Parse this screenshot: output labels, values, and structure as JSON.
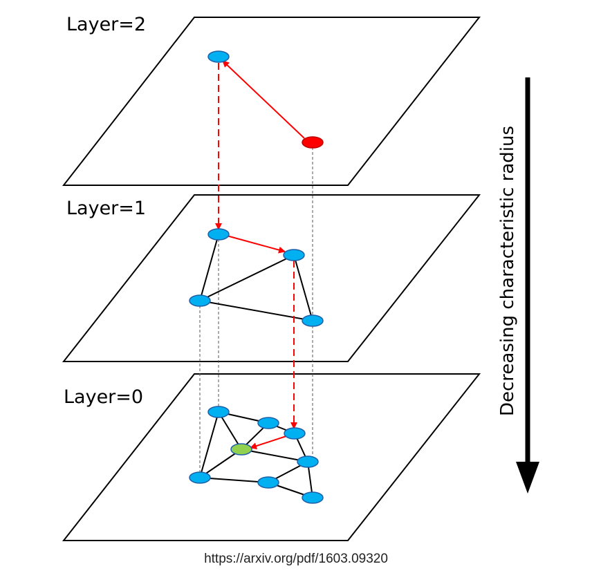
{
  "labels": {
    "layer2": "Layer=2",
    "layer1": "Layer=1",
    "layer0": "Layer=0",
    "axis": "Decreasing characteristic radius",
    "caption": "https://arxiv.org/pdf/1603.09320"
  },
  "colors": {
    "node": "#00b0f0",
    "node_stroke": "#1f5fa8",
    "entry_node": "#ff0000",
    "target_node": "#92d050",
    "search_path": "#ff0000",
    "edge": "#000000",
    "projection": "#555555"
  }
}
